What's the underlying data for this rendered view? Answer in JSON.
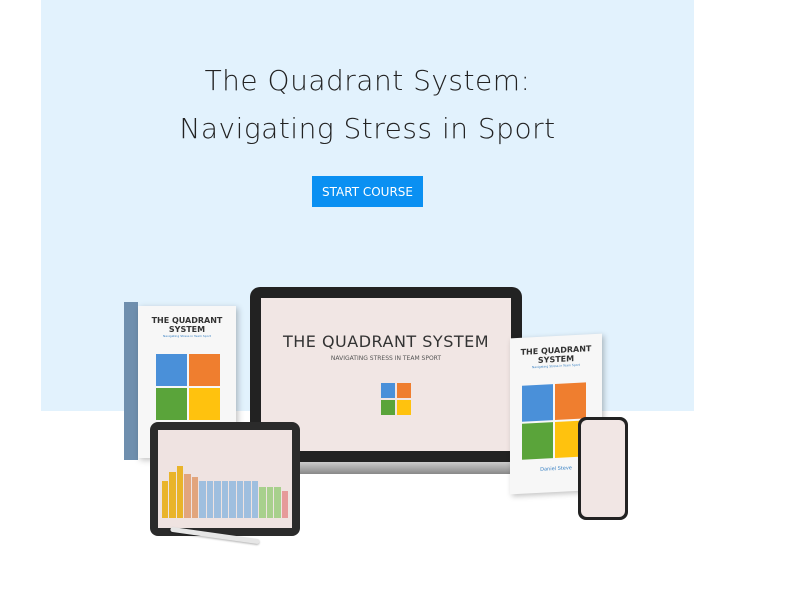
{
  "hero": {
    "title_line1": "The Quadrant System:",
    "title_line2": "Navigating Stress in Sport",
    "cta_label": "START COURSE",
    "background_color": "#e2f2fd",
    "cta_color": "#0a90f2"
  },
  "mockup": {
    "laptop_title": "THE QUADRANT SYSTEM",
    "laptop_subtitle": "NAVIGATING STRESS IN TEAM SPORT",
    "book_title": "THE QUADRANT SYSTEM",
    "book_subtitle": "Navigating Stress in Team Sport",
    "book_author": "Daniel Steve"
  }
}
